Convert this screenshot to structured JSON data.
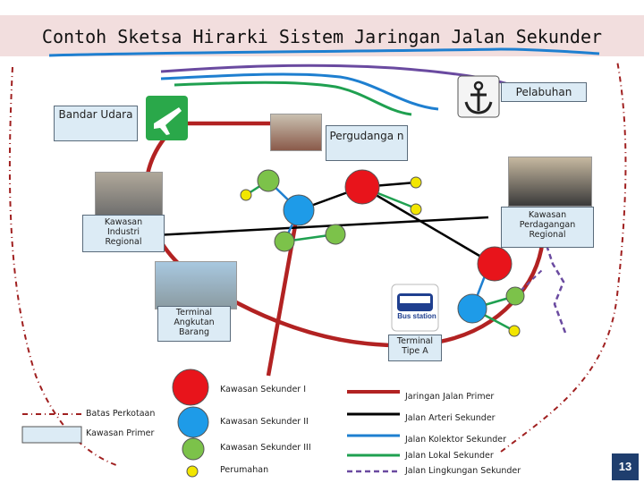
{
  "title": "Contoh Sketsa Hirarki Sistem Jaringan Jalan Sekunder",
  "labels": {
    "bandar_udara": "Bandar Udara",
    "pelabuhan": "Pelabuhan",
    "pergudangan": "Pergudanga n",
    "kawasan_industri": "Kawasan Industri Regional",
    "kawasan_perdagangan": "Kawasan Perdagangan Regional",
    "terminal_angkutan": "Terminal Angkutan Barang",
    "terminal_tipe_a": "Terminal Tipe A",
    "bus_icon_text": "Bus station"
  },
  "legend": {
    "kawasan_sekunder_1": "Kawasan Sekunder I",
    "kawasan_sekunder_2": "Kawasan Sekunder II",
    "kawasan_sekunder_3": "Kawasan Sekunder III",
    "perumahan": "Perumahan",
    "batas_perkotaan": "Batas Perkotaan",
    "kawasan_primer": "Kawasan Primer",
    "jaringan_jalan_primer": "Jaringan Jalan Primer",
    "jalan_arteri": "Jalan Arteri Sekunder",
    "jalan_kolektor": "Jalan Kolektor Sekunder",
    "jalan_lokal": "Jalan Lokal Sekunder",
    "jalan_lingkungan": "Jalan Lingkungan Sekunder"
  },
  "page_number": "13",
  "colors": {
    "primer": "#b22222",
    "arteri": "#000000",
    "kolektor": "#1e7fd0",
    "lokal": "#1fa050",
    "lingkungan": "#6a4aa0",
    "batas": "#a02020",
    "sekunder_1": "#e8141b",
    "sekunder_2": "#1e9be8",
    "sekunder_3": "#7cc24a",
    "perumahan": "#f2e600"
  }
}
